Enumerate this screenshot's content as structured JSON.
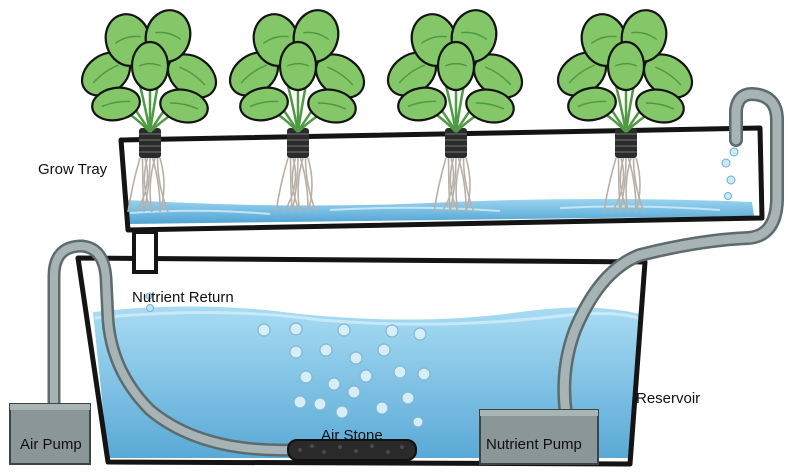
{
  "labels": {
    "grow_tray": "Grow Tray",
    "nutrient_return": "Nutrient Return",
    "reservoir": "Reservoir",
    "air_pump": "Air Pump",
    "air_stone": "Air Stone",
    "nutrient_pump": "Nutrient Pump"
  },
  "colors": {
    "water": "#7ec6ea",
    "water_deep": "#5aa9d6",
    "tube": "#8d9a9c",
    "outline": "#141414",
    "pump": "#8a9698",
    "leaf": "#84c769",
    "leaf_dark": "#4f9a43",
    "root": "#c9c3bc"
  },
  "plants": 4
}
